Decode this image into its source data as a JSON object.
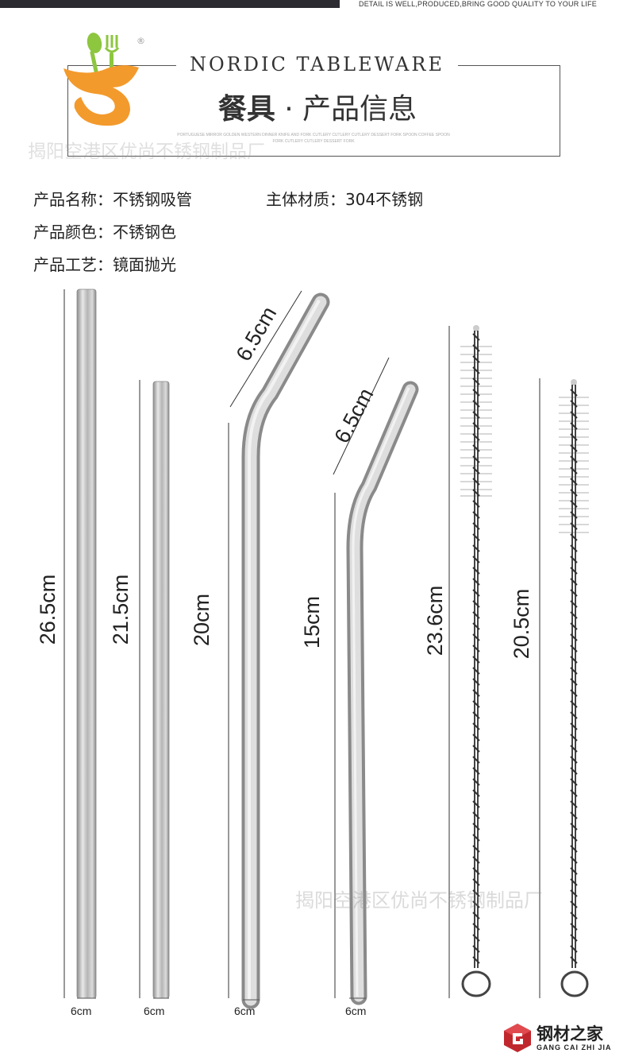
{
  "header": {
    "tagline": "DETAIL IS WELL,PRODUCED,BRING GOOD QUALITY TO YOUR LIFE",
    "brand_en": "NORDIC TABLEWARE",
    "brand_zh_bold": "餐具",
    "brand_zh_rest": " · 产品信息",
    "fine_print_1": "PORTUGUESE MIRROR GOLDEN WESTERN DINNER KNIFE AND FORK CUTLERY CUTLERY CUTLERY DESSERT FORK SPOON COFFEE SPOON",
    "fine_print_2": "FORK CUTLERY CUTLERY DESSERT FORK",
    "registered_mark": "®"
  },
  "watermark": {
    "top": "揭阳空港区优尚不锈钢制品厂",
    "bottom": "揭阳空港区优尚不锈钢制品厂"
  },
  "specs": {
    "name": "产品名称：不锈钢吸管",
    "material": "主体材质：304不锈钢",
    "color": "产品颜色：不锈钢色",
    "craft": "产品工艺：镜面抛光"
  },
  "dimensions": {
    "straight_long": "26.5cm",
    "straight_short": "21.5cm",
    "bent_long_body": "20cm",
    "bent_long_top": "6.5cm",
    "bent_short_body": "15cm",
    "bent_short_top": "6.5cm",
    "brush_long": "23.6cm",
    "brush_short": "20.5cm",
    "diameter": "6cm"
  },
  "corner": {
    "zh": "钢材之家",
    "en": "GANG CAI ZHI JIA"
  },
  "colors": {
    "steel_light": "#e4e4e4",
    "steel_dark": "#8d8d8d",
    "logo_orange": "#f39a2c",
    "logo_green": "#8dc63f",
    "corner_red": "#c0272d"
  }
}
